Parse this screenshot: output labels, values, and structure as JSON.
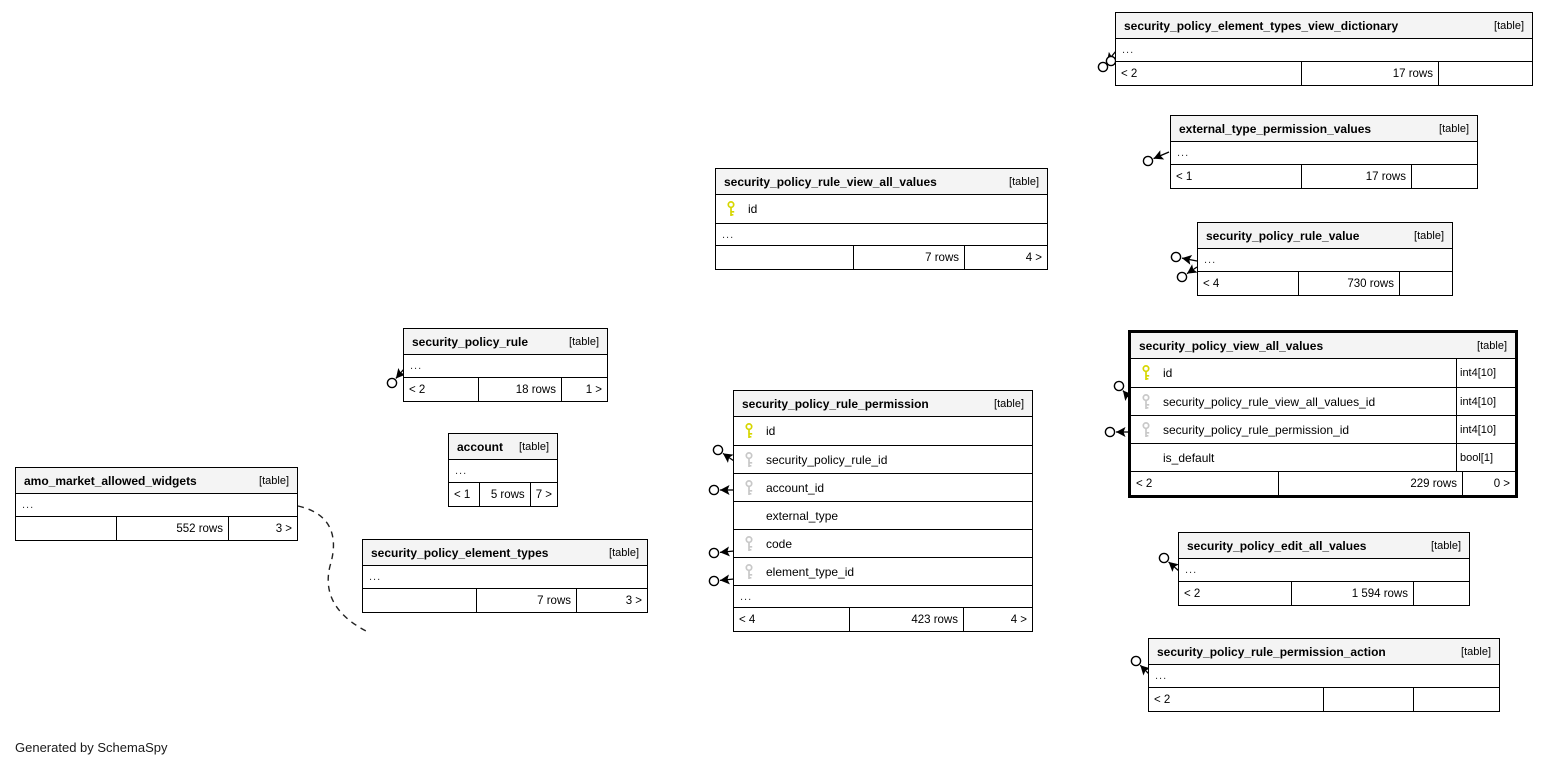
{
  "page": {
    "generator_note": "Generated by SchemaSpy"
  },
  "icons": {
    "primary-key-icon": {
      "shape": "key",
      "color": "#d6d600"
    },
    "foreign-key-icon": {
      "shape": "key",
      "color": "#c8c8c8"
    },
    "relationship-endpoint-icon": {
      "shape": "circle-arrow",
      "color": "#000000"
    }
  },
  "entities": [
    {
      "id": "security_policy_element_types_view_dictionary",
      "title": "security_policy_element_types_view_dictionary",
      "tag": "[table]",
      "emphasized": false,
      "columns": [
        {
          "ellipsis": true
        }
      ],
      "footer": {
        "left": "< 2",
        "center": "17 rows",
        "right": ""
      }
    },
    {
      "id": "external_type_permission_values",
      "title": "external_type_permission_values",
      "tag": "[table]",
      "emphasized": false,
      "columns": [
        {
          "ellipsis": true
        }
      ],
      "footer": {
        "left": "< 1",
        "center": "17 rows",
        "right": ""
      }
    },
    {
      "id": "security_policy_rule_value",
      "title": "security_policy_rule_value",
      "tag": "[table]",
      "emphasized": false,
      "columns": [
        {
          "ellipsis": true
        }
      ],
      "footer": {
        "left": "< 4",
        "center": "730 rows",
        "right": ""
      }
    },
    {
      "id": "security_policy_rule_view_all_values",
      "title": "security_policy_rule_view_all_values",
      "tag": "[table]",
      "emphasized": false,
      "columns": [
        {
          "name": "id",
          "key": "primary"
        },
        {
          "ellipsis": true
        }
      ],
      "footer": {
        "left": "",
        "center": "7 rows",
        "right": "4 >"
      }
    },
    {
      "id": "security_policy_rule",
      "title": "security_policy_rule",
      "tag": "[table]",
      "emphasized": false,
      "columns": [
        {
          "ellipsis": true
        }
      ],
      "footer": {
        "left": "< 2",
        "center": "18 rows",
        "right": "1 >"
      }
    },
    {
      "id": "account",
      "title": "account",
      "tag": "[table]",
      "emphasized": false,
      "columns": [
        {
          "ellipsis": true
        }
      ],
      "footer": {
        "left": "< 1",
        "center": "5 rows",
        "right": "7 >"
      }
    },
    {
      "id": "amo_market_allowed_widgets",
      "title": "amo_market_allowed_widgets",
      "tag": "[table]",
      "emphasized": false,
      "columns": [
        {
          "ellipsis": true
        }
      ],
      "footer": {
        "left": "",
        "center": "552 rows",
        "right": "3 >"
      }
    },
    {
      "id": "security_policy_element_types",
      "title": "security_policy_element_types",
      "tag": "[table]",
      "emphasized": false,
      "columns": [
        {
          "ellipsis": true
        }
      ],
      "footer": {
        "left": "",
        "center": "7 rows",
        "right": "3 >"
      }
    },
    {
      "id": "security_policy_rule_permission",
      "title": "security_policy_rule_permission",
      "tag": "[table]",
      "emphasized": false,
      "columns": [
        {
          "name": "id",
          "key": "primary"
        },
        {
          "name": "security_policy_rule_id",
          "key": "foreign"
        },
        {
          "name": "account_id",
          "key": "foreign"
        },
        {
          "name": "external_type",
          "key": null
        },
        {
          "name": "code",
          "key": "foreign"
        },
        {
          "name": "element_type_id",
          "key": "foreign"
        },
        {
          "ellipsis": true
        }
      ],
      "footer": {
        "left": "< 4",
        "center": "423 rows",
        "right": "4 >"
      }
    },
    {
      "id": "security_policy_view_all_values",
      "title": "security_policy_view_all_values",
      "tag": "[table]",
      "emphasized": true,
      "columns": [
        {
          "name": "id",
          "key": "primary",
          "type": "int4[10]"
        },
        {
          "name": "security_policy_rule_view_all_values_id",
          "key": "foreign",
          "type": "int4[10]"
        },
        {
          "name": "security_policy_rule_permission_id",
          "key": "foreign",
          "type": "int4[10]"
        },
        {
          "name": "is_default",
          "key": null,
          "type": "bool[1]"
        }
      ],
      "footer": {
        "left": "< 2",
        "center": "229 rows",
        "right": "0 >"
      }
    },
    {
      "id": "security_policy_edit_all_values",
      "title": "security_policy_edit_all_values",
      "tag": "[table]",
      "emphasized": false,
      "columns": [
        {
          "ellipsis": true
        }
      ],
      "footer": {
        "left": "< 2",
        "center": "1 594 rows",
        "right": ""
      }
    },
    {
      "id": "security_policy_rule_permission_action",
      "title": "security_policy_rule_permission_action",
      "tag": "[table]",
      "emphasized": false,
      "columns": [
        {
          "ellipsis": true
        }
      ],
      "footer": {
        "left": "< 2",
        "center": "",
        "right": ""
      }
    }
  ],
  "relationships": {
    "endpoints": [
      {
        "entity": "security_policy_element_types_view_dictionary",
        "anchor": "...",
        "circles": 2
      },
      {
        "entity": "external_type_permission_values",
        "anchor": "...",
        "circles": 1
      },
      {
        "entity": "security_policy_rule_value",
        "anchor": "...",
        "circles": 1
      },
      {
        "entity": "security_policy_rule_value",
        "anchor": "...",
        "circles": 1
      },
      {
        "entity": "security_policy_rule",
        "anchor": "...",
        "circles": 1
      },
      {
        "entity": "security_policy_rule_permission",
        "anchor": "security_policy_rule_id",
        "circles": 1
      },
      {
        "entity": "security_policy_rule_permission",
        "anchor": "account_id",
        "circles": 1
      },
      {
        "entity": "security_policy_rule_permission",
        "anchor": "code",
        "circles": 1
      },
      {
        "entity": "security_policy_rule_permission",
        "anchor": "element_type_id",
        "circles": 1
      },
      {
        "entity": "security_policy_view_all_values",
        "anchor": "security_policy_rule_view_all_values_id",
        "circles": 1
      },
      {
        "entity": "security_policy_view_all_values",
        "anchor": "security_policy_rule_permission_id",
        "circles": 1
      },
      {
        "entity": "security_policy_edit_all_values",
        "anchor": "...",
        "circles": 1
      },
      {
        "entity": "security_policy_rule_permission_action",
        "anchor": "...",
        "circles": 1
      }
    ],
    "implied": [
      {
        "from": "amo_market_allowed_widgets",
        "style": "dashed-curve"
      }
    ]
  }
}
